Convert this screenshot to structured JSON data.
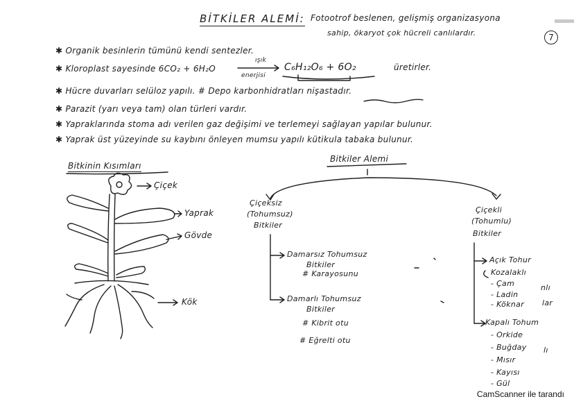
{
  "header": {
    "title": "BİTKİLER ALEMİ:",
    "definition_line1": "Fotootrof beslenen, gelişmiş organizasyona",
    "definition_line2": "sahip, ökaryot çok hücreli canlılardır."
  },
  "page_number": "7",
  "bullets": [
    "Organik besinlerin tümünü kendi sentezler.",
    "Hücre duvarları selüloz yapılı. # Depo karbonhidratları nişastadır.",
    "Parazit (yarı veya tam) olan türleri vardır.",
    "Yapraklarında stoma adı verilen gaz değişimi ve terlemeyi sağlayan yapılar bulunur.",
    "Yaprak üst yüzeyinde su kaybını önleyen mumsu yapılı kütikula tabaka bulunur."
  ],
  "photosynthesis": {
    "prefix": "Kloroplast sayesinde",
    "reactants": "6CO₂ + 6H₂O",
    "condition_top": "ışık",
    "condition_bottom": "enerjisi",
    "products": "C₆H₁₂O₆ + 6O₂",
    "suffix": "üretirler."
  },
  "plant_parts": {
    "heading": "Bitkinin Kısımları",
    "labels": [
      "Çiçek",
      "Yaprak",
      "Gövde",
      "Kök"
    ]
  },
  "kingdom": {
    "heading": "Bitkiler Alemi",
    "non_flowering": {
      "title_line1": "Çiçeksiz",
      "title_line2": "(Tohumsuz)",
      "title_line3": "Bitkiler",
      "groups": [
        {
          "line1": "Damarsız Tohumsuz",
          "line2": "Bitkiler",
          "example": "# Karayosunu"
        },
        {
          "line1": "Damarlı Tohumsuz",
          "line2": "Bitkiler",
          "examples": [
            "# Kibrit otu",
            "# Eğrelti otu"
          ]
        }
      ]
    },
    "flowering": {
      "title_line1": "Çiçekli",
      "title_line2": "(Tohumlu)",
      "title_line3": "Bitkiler",
      "gymnosperm": {
        "label": "Açık Tohur",
        "sub": "Kozalaklı",
        "items": [
          "- Çam",
          "- Ladin",
          "- Köknar"
        ],
        "side1": "nlı",
        "side2": "lar"
      },
      "angiosperm": {
        "label": "Kapalı Tohum",
        "items": [
          "- Orkide",
          "- Buğday",
          "- Mısır",
          "- Kayısı",
          "- Gül"
        ],
        "side": "lı"
      }
    }
  },
  "footer": "CamScanner ile tarandı"
}
